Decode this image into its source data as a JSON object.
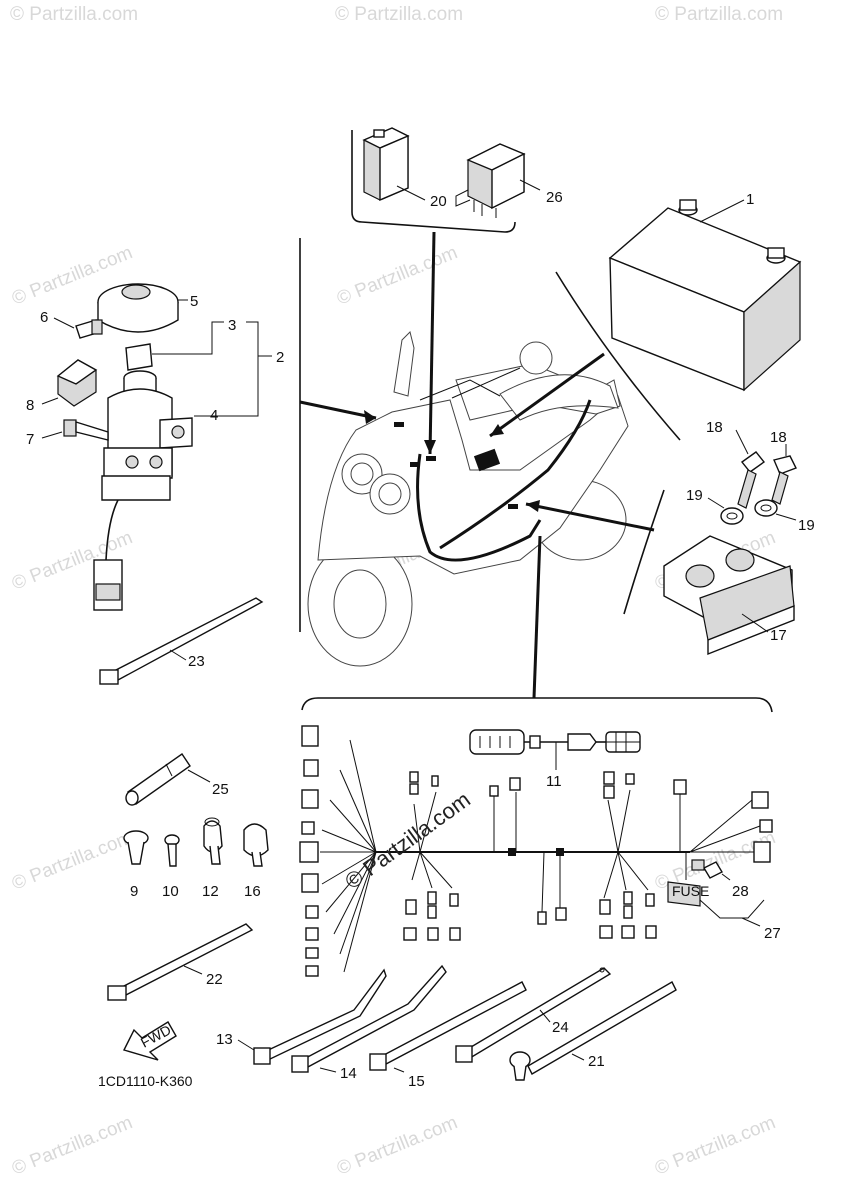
{
  "diagram": {
    "drawing_code": "1CD1110-K360",
    "fwd_label": "FWD",
    "fuse_label": "FUSE",
    "watermark_text": "© Partzilla.com",
    "callouts": {
      "c1": "1",
      "c2": "2",
      "c3": "3",
      "c4": "4",
      "c5": "5",
      "c6": "6",
      "c7": "7",
      "c8": "8",
      "c9": "9",
      "c10": "10",
      "c11": "11",
      "c12": "12",
      "c13": "13",
      "c14": "14",
      "c15": "15",
      "c16": "16",
      "c17": "17",
      "c18a": "18",
      "c18b": "18",
      "c19a": "19",
      "c19b": "19",
      "c20": "20",
      "c21": "21",
      "c22": "22",
      "c23": "23",
      "c24": "24",
      "c25": "25",
      "c26": "26",
      "c27": "27",
      "c28": "28"
    }
  }
}
